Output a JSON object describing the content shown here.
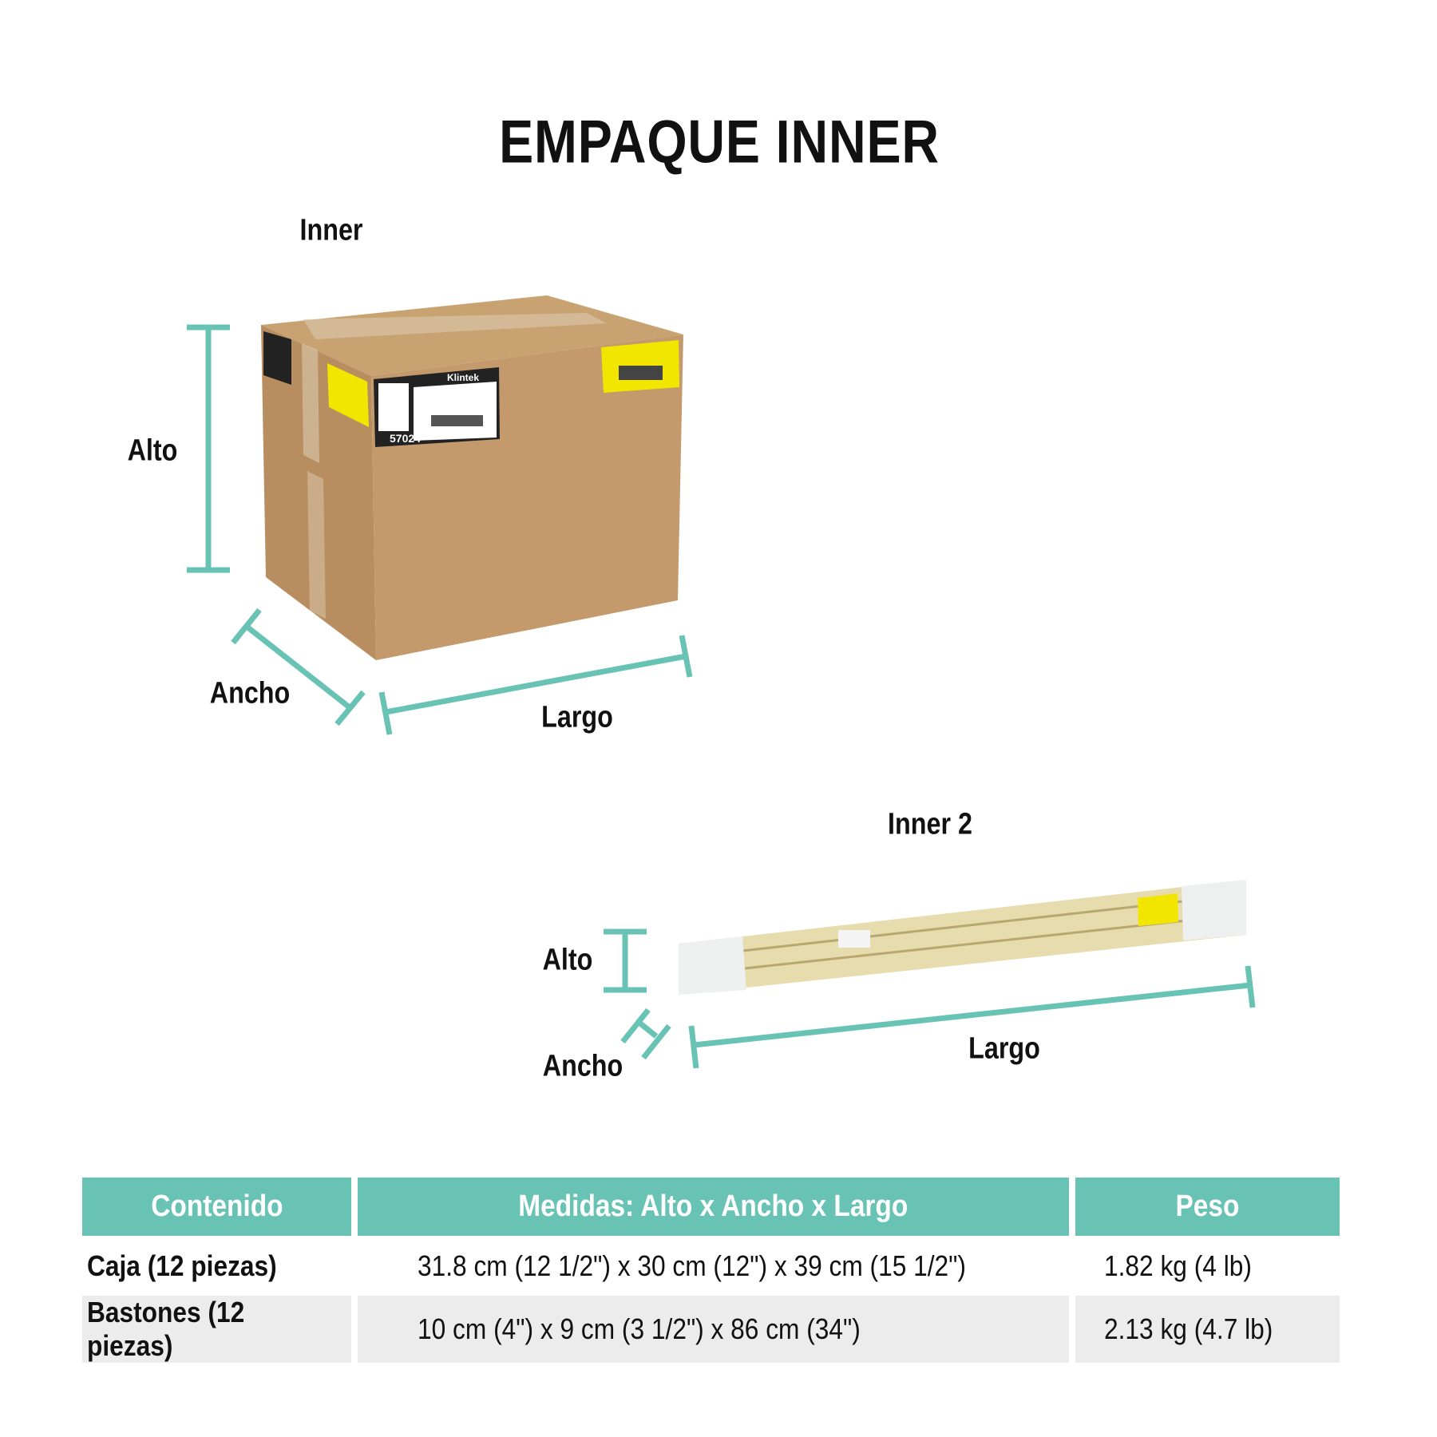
{
  "title": "EMPAQUE INNER",
  "inner": {
    "label": "Inner",
    "alto": "Alto",
    "ancho": "Ancho",
    "largo": "Largo",
    "box_label_code": "57024",
    "box_brand": "Klintek"
  },
  "inner2": {
    "label": "Inner 2",
    "alto": "Alto",
    "ancho": "Ancho",
    "largo": "Largo"
  },
  "colors": {
    "accent": "#69c3b4",
    "row_alt": "#ececec",
    "box": "#c49a6c"
  },
  "table": {
    "headers": [
      "Contenido",
      "Medidas: Alto x Ancho x Largo",
      "Peso"
    ],
    "rows": [
      {
        "contenido": "Caja  (12 piezas)",
        "medidas": "31.8 cm (12 1/2\") x 30 cm (12\") x 39 cm (15 1/2\")",
        "peso": "1.82 kg (4 lb)"
      },
      {
        "contenido": "Bastones (12 piezas)",
        "medidas": "10 cm (4\") x 9 cm (3 1/2\") x 86 cm (34\")",
        "peso": "2.13 kg (4.7 lb)"
      }
    ]
  }
}
